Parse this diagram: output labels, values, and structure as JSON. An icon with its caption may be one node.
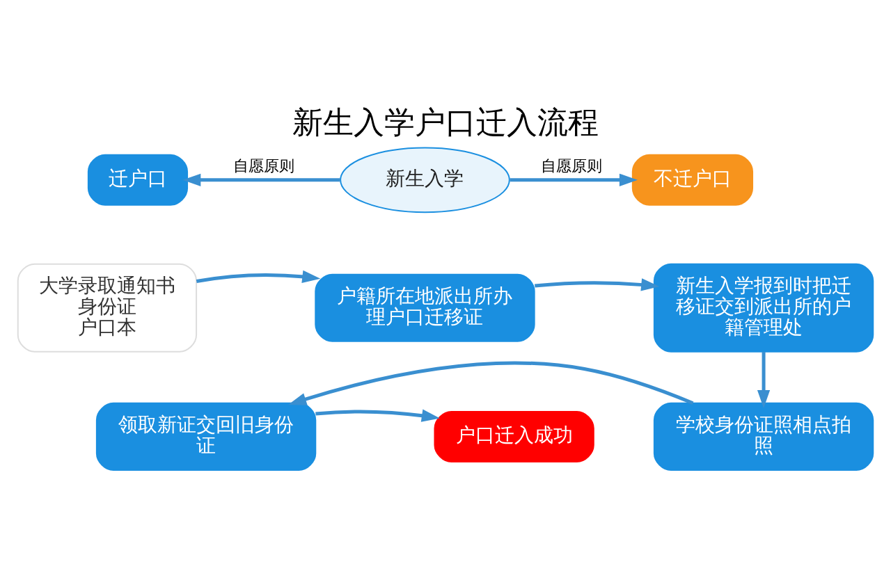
{
  "diagram": {
    "title": "新生入学户口迁入流程",
    "nodes": [
      {
        "text": [
          "新生入学"
        ]
      },
      {
        "text": [
          "迁户口"
        ]
      },
      {
        "text": [
          "不迁户口"
        ]
      },
      {
        "text": [
          "大学录取通知书",
          "身份证",
          "户口本"
        ]
      },
      {
        "text": [
          "户籍所在地派出所办理户口迁移证"
        ]
      },
      {
        "text": [
          "新生入学报到时把迁移证交到派出所的户籍管理处"
        ]
      },
      {
        "text": [
          "学校身份证照相点拍照"
        ]
      },
      {
        "text": [
          "领取新证交回旧身份证"
        ]
      },
      {
        "text": [
          "户口迁入成功"
        ]
      }
    ],
    "edges": [
      {
        "from": 0,
        "to": 1,
        "arrow": "to",
        "label": "自愿原则"
      },
      {
        "from": 0,
        "to": 2,
        "arrow": "to",
        "label": "自愿原则"
      },
      {
        "from": 3,
        "to": 4,
        "arrow": "to"
      },
      {
        "from": 4,
        "to": 5,
        "arrow": "to"
      },
      {
        "from": 5,
        "to": 6,
        "arrow": "to"
      },
      {
        "from": 6,
        "to": 7,
        "arrow": "to"
      },
      {
        "from": 7,
        "to": 8,
        "arrow": "to"
      }
    ]
  }
}
